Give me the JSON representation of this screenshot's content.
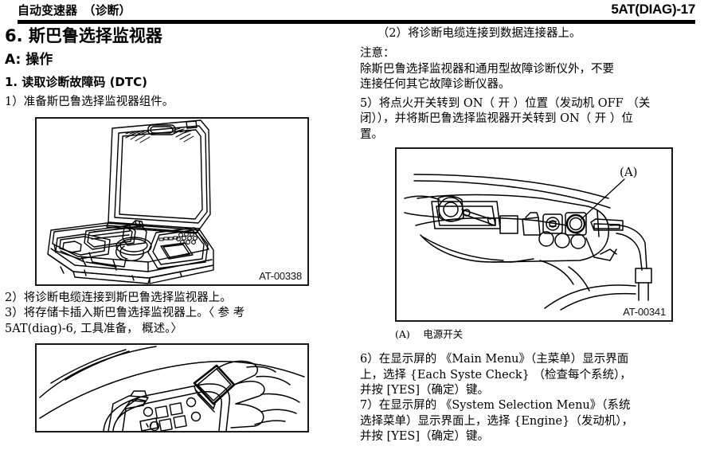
{
  "header": {
    "title": "自动变速器　（诊断）",
    "page_ref": "5AT(DIAG)-17"
  },
  "left_column": {
    "section_heading": "6. 斯巴鲁选择监视器",
    "subsection_heading": "A: 操作",
    "step_heading": "1. 读取诊断故障码 (DTC)",
    "step_1": "1）准备斯巴鲁选择监视器组件。",
    "figure_1": {
      "id": "AT-00338",
      "alt": "subaru-select-monitor-kit-case"
    },
    "step_2": "2）将诊断电缆连接到斯巴鲁选择监视器上。",
    "step_3_line1": "3）将存储卡插入斯巴鲁选择监视器上。〈 参 考",
    "step_3_line2": "5AT(diag)-6, 工具准备， 概述。〉",
    "figure_2": {
      "id": "",
      "alt": "hand-inserting-memory-card-into-monitor"
    }
  },
  "right_column": {
    "step_4_2": "　　（2）将诊断电缆连接到数据连接器上。",
    "note_label": "注意：",
    "note_line1": "除斯巴鲁选择监视器和通用型故障诊断仪外，不要",
    "note_line2": "连接任何其它故障诊断仪器。",
    "step_5_line1": "5）将点火开关转到 ON（ 开 ）位置（发动机 OFF （关",
    "step_5_line2": "闭）），并将斯巴鲁选择监视器开关转到 ON（ 开 ）位",
    "step_5_line3": "置。",
    "figure_3": {
      "id": "AT-00341",
      "callout": "(A)",
      "alt": "subaru-select-monitor-power-switch-location"
    },
    "legend": "(A)　 电源开关",
    "step_6_line1": "6）在显示屏的 《Main Menu》（主菜单）显示界面",
    "step_6_line2": "上，选择 {Each Syste Check} （检查每个系统），",
    "step_6_line3": "并按 [YES]（确定）键。",
    "step_7_line1": "7）在显示屏的 《System Selection Menu》（系统",
    "step_7_line2": "选择菜单）显示界面上，选择 {Engine}（发动机），",
    "step_7_line3": "并按 [YES]（确定）键。"
  },
  "colors": {
    "ink": "#000000",
    "rule": "#000000",
    "figure_border": "#1a1a1a",
    "figure_id_text": "#111111"
  }
}
